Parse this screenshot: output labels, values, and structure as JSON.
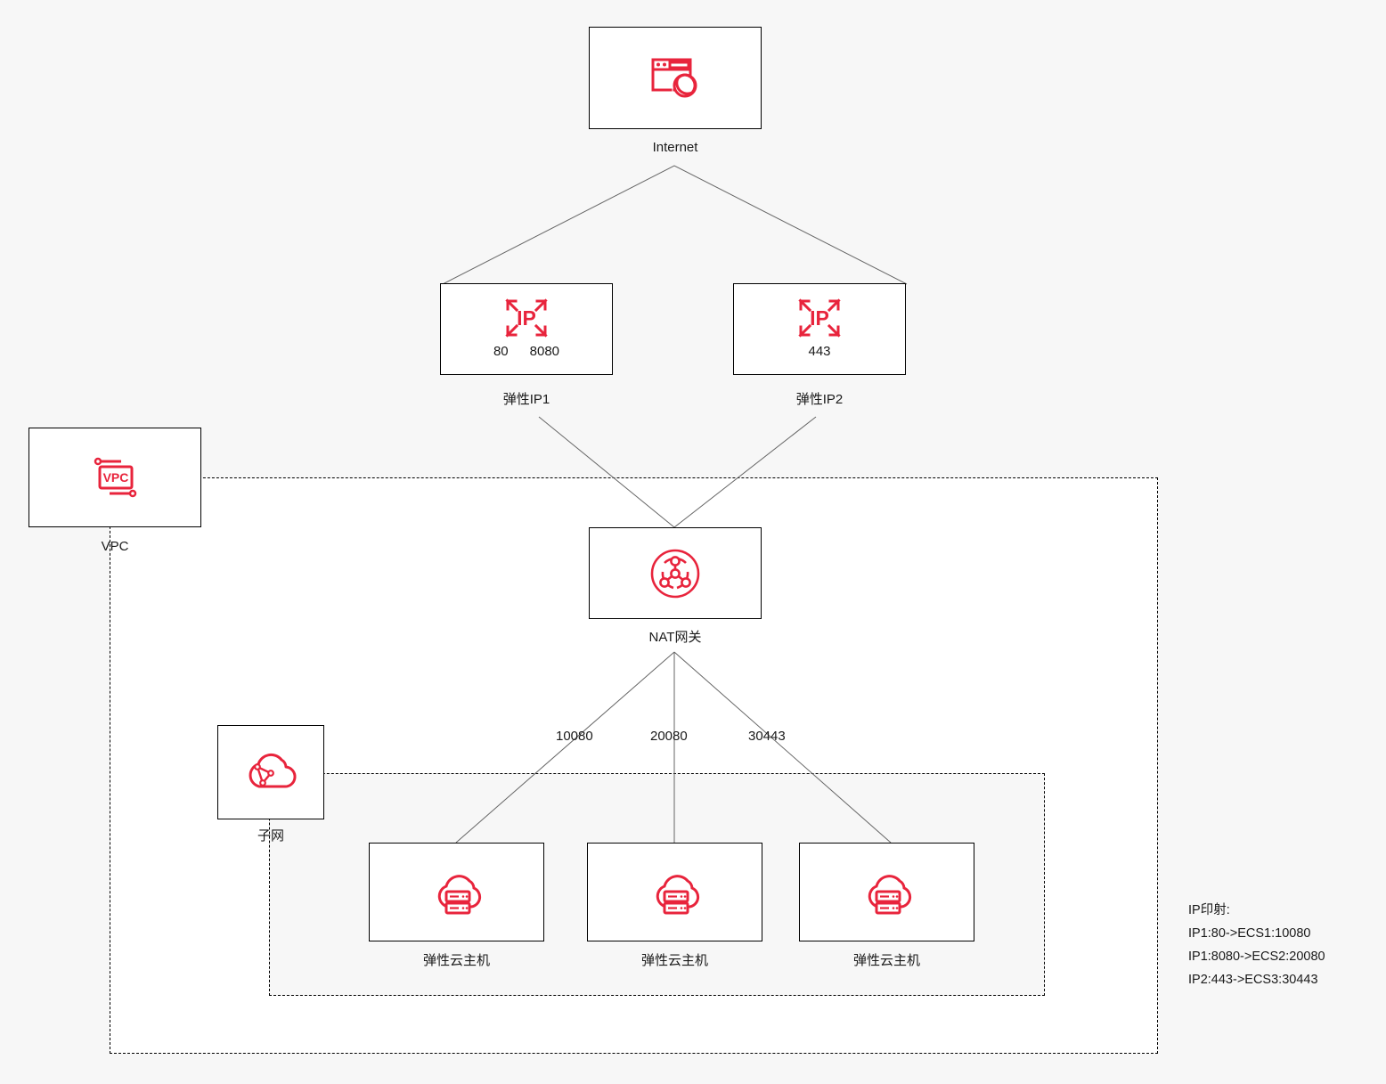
{
  "diagram": {
    "background_color": "#f7f7f7",
    "accent_color": "#e8243c",
    "line_color": "#666666",
    "nodes": {
      "internet": {
        "label": "Internet",
        "icon": "browser-globe-icon"
      },
      "eip1": {
        "label": "弹性IP1",
        "icon": "elastic-ip-icon",
        "ports": [
          "80",
          "8080"
        ]
      },
      "eip2": {
        "label": "弹性IP2",
        "icon": "elastic-ip-icon",
        "ports": [
          "443"
        ]
      },
      "vpc": {
        "label": "VPC",
        "icon": "vpc-icon"
      },
      "nat": {
        "label": "NAT网关",
        "icon": "nat-gateway-icon"
      },
      "subnet": {
        "label": "子网",
        "icon": "subnet-cloud-icon"
      },
      "ecs1": {
        "label": "弹性云主机",
        "icon": "ecs-cloud-server-icon"
      },
      "ecs2": {
        "label": "弹性云主机",
        "icon": "ecs-cloud-server-icon"
      },
      "ecs3": {
        "label": "弹性云主机",
        "icon": "ecs-cloud-server-icon"
      }
    },
    "edge_labels": {
      "nat_to_ecs1": "10080",
      "nat_to_ecs2": "20080",
      "nat_to_ecs3": "30443"
    },
    "mapping_note": {
      "title": "IP印射:",
      "lines": [
        "IP1:80->ECS1:10080",
        "IP1:8080->ECS2:20080",
        "IP2:443->ECS3:30443"
      ]
    }
  }
}
